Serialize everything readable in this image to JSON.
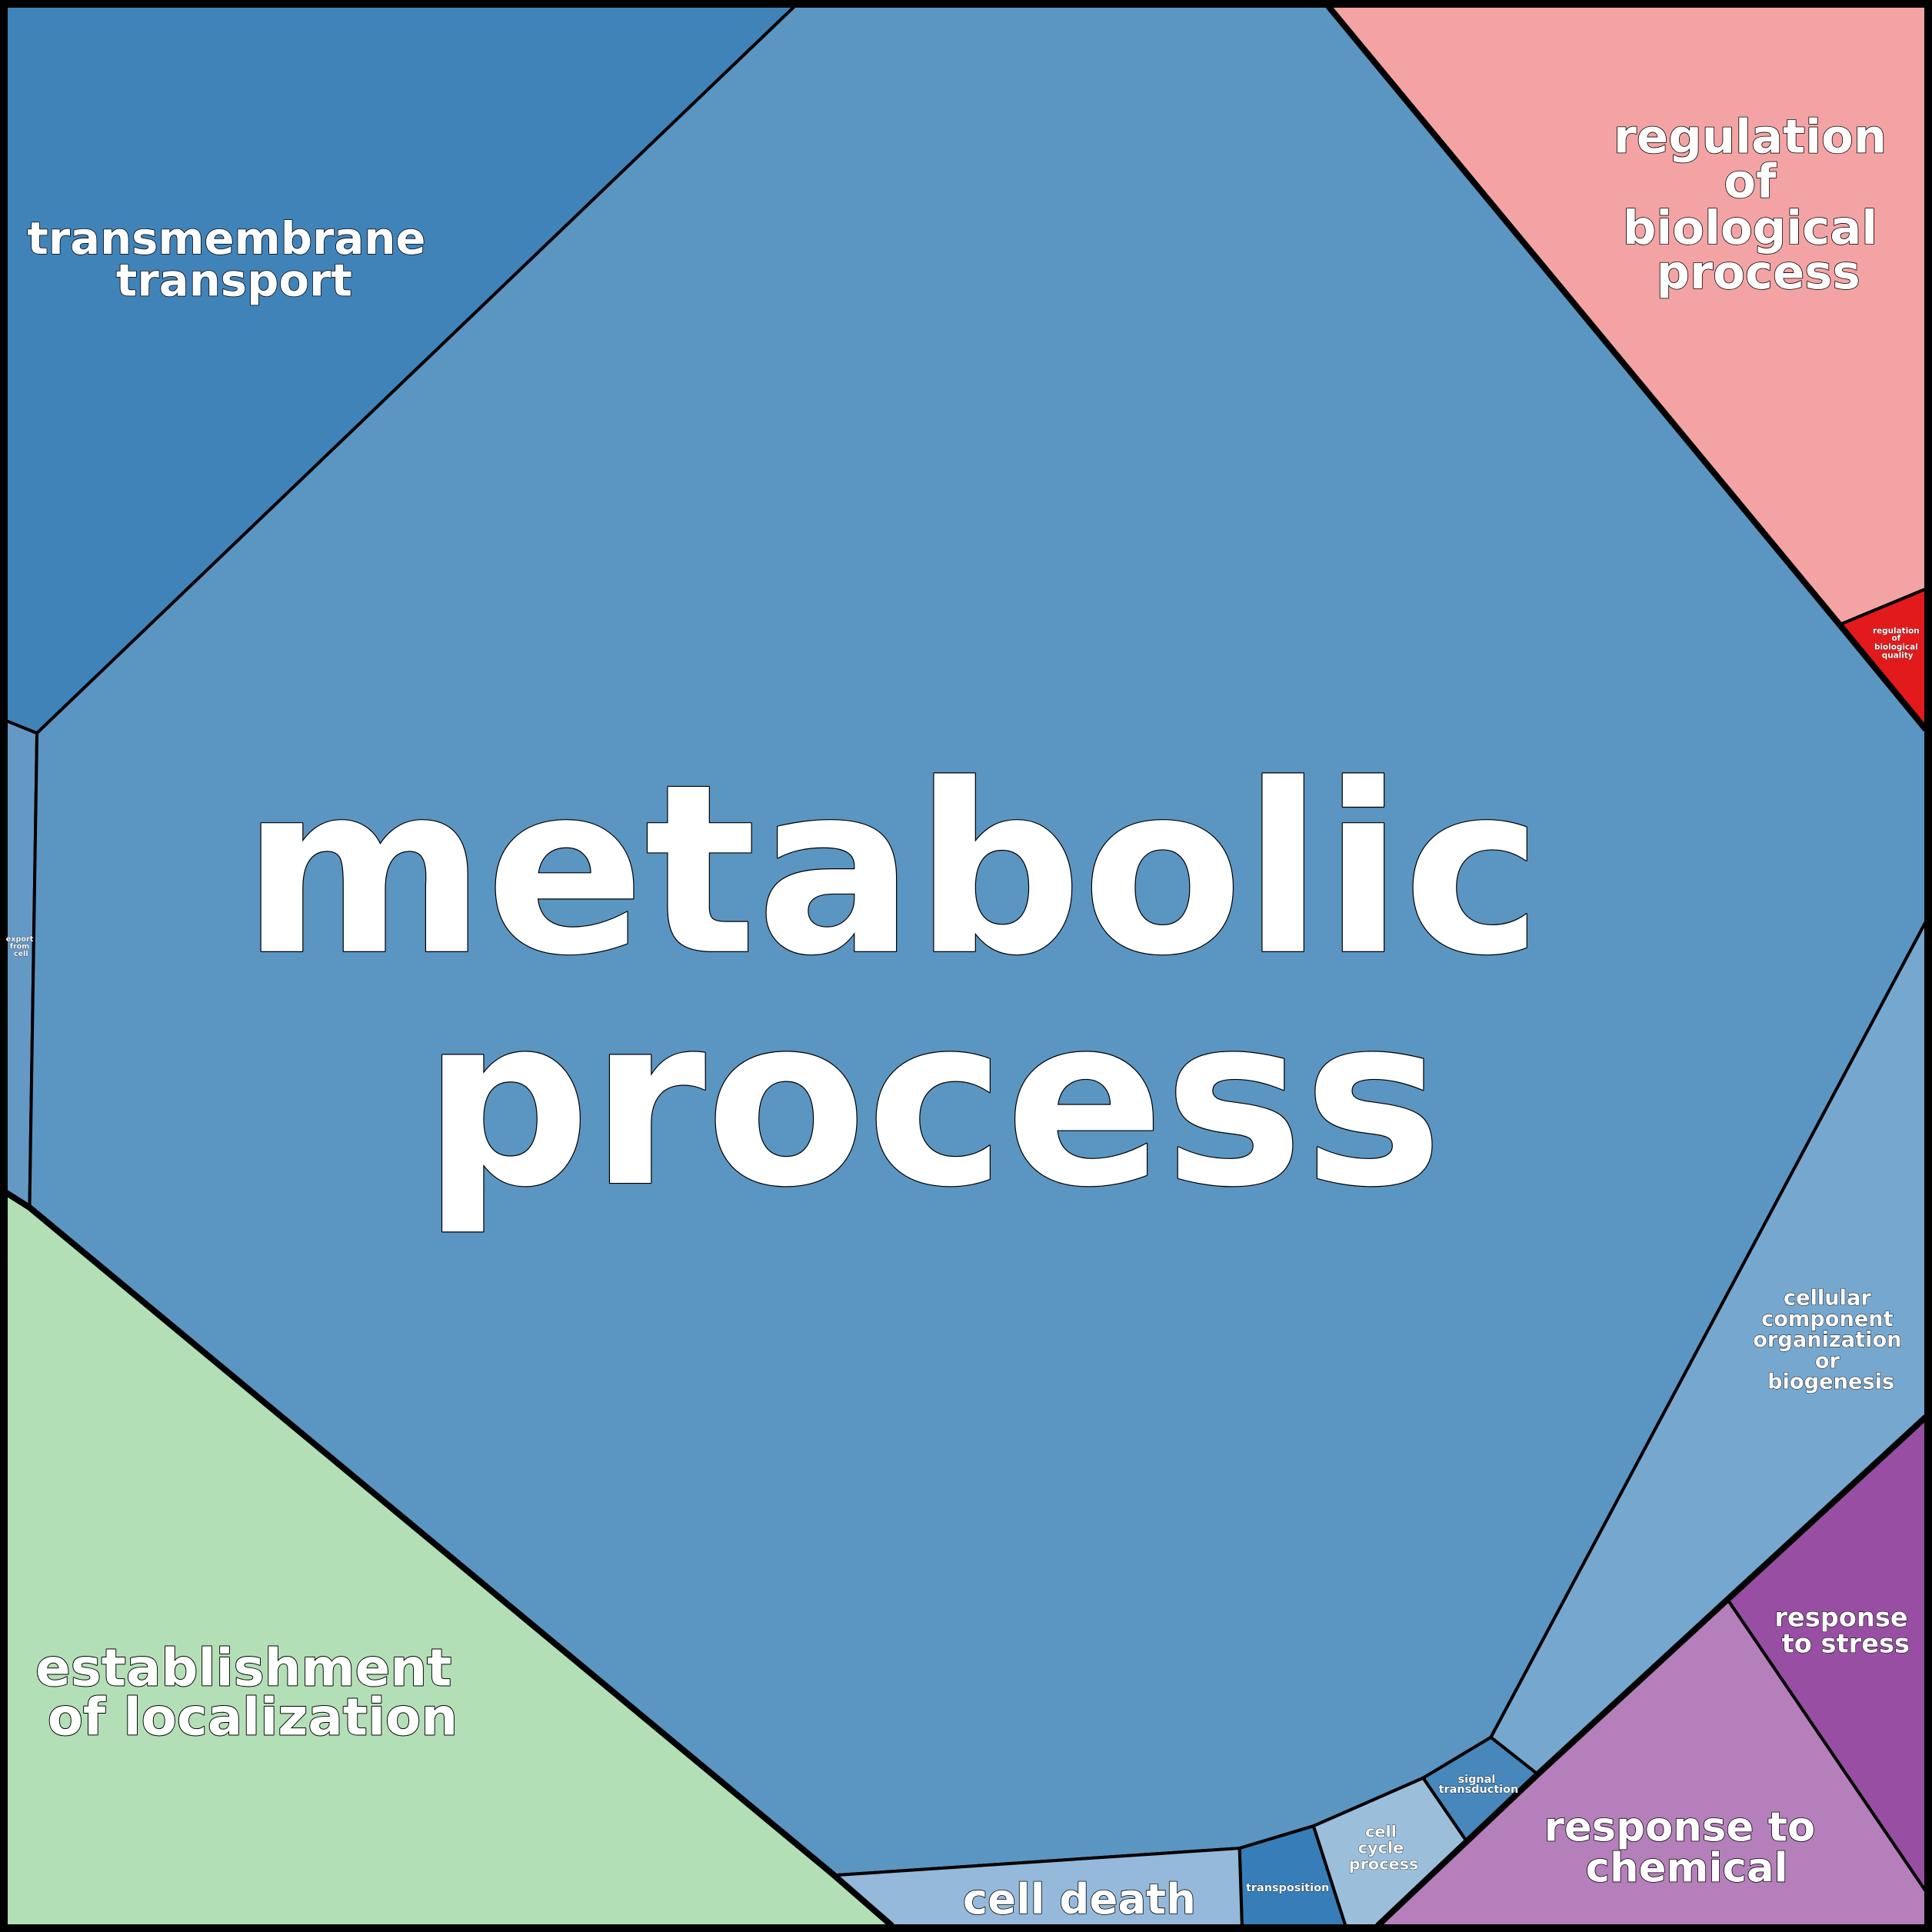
{
  "title": "Voronoi treemap of GO biological process terms",
  "regions": {
    "metabolic": {
      "lines": [
        "metabolic",
        "process"
      ],
      "color": "#5b95c2"
    },
    "transmembrane": {
      "lines": [
        "transmembrane",
        "transport"
      ],
      "color": "#4083b9"
    },
    "export": {
      "lines": [
        "export",
        "from",
        "cell"
      ],
      "color": "#6499c6"
    },
    "reg_process": {
      "lines": [
        "regulation",
        "of",
        "biological",
        "process"
      ],
      "color": "#f4a3a4"
    },
    "reg_quality": {
      "lines": [
        "regulation",
        "of",
        "biological",
        "quality"
      ],
      "color": "#e31a1c"
    },
    "cellular_component": {
      "lines": [
        "cellular",
        "component",
        "organization",
        "or",
        "biogenesis"
      ],
      "color": "#76a7cf"
    },
    "stress": {
      "lines": [
        "response",
        "to stress"
      ],
      "color": "#984ea3"
    },
    "chemical": {
      "lines": [
        "response to",
        "chemical"
      ],
      "color": "#b57fbb"
    },
    "signal": {
      "lines": [
        "signal",
        "transduction"
      ],
      "color": "#4787bc"
    },
    "cell_cycle": {
      "lines": [
        "cell",
        "cycle",
        "process"
      ],
      "color": "#9bbedb"
    },
    "transposition": {
      "lines": [
        "transposition"
      ],
      "color": "#377eb8"
    },
    "cell_death": {
      "lines": [
        "cell death"
      ],
      "color": "#94b9da"
    },
    "localization": {
      "lines": [
        "establishment",
        "of localization"
      ],
      "color": "#b3dfb6"
    }
  }
}
